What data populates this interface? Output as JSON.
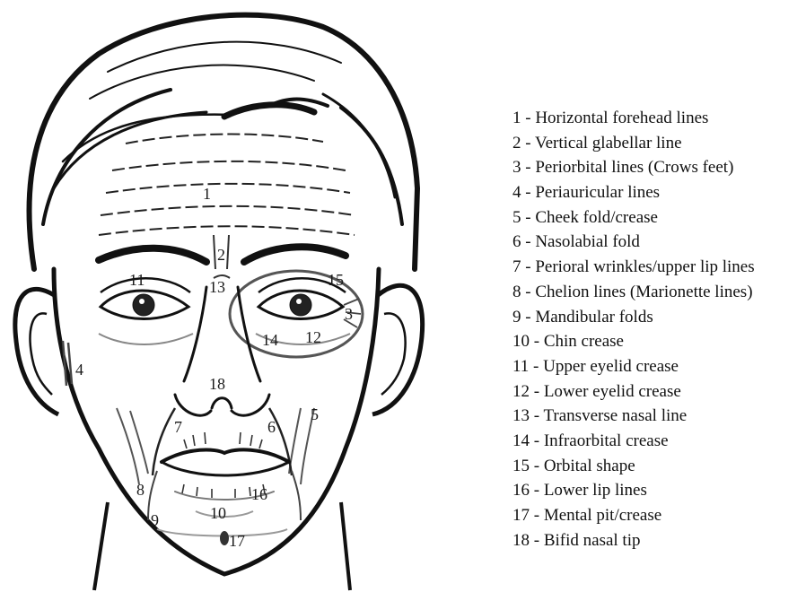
{
  "figure": {
    "labels": {
      "l1": "1",
      "l2": "2",
      "l3": "3",
      "l4": "4",
      "l5": "5",
      "l6": "6",
      "l7": "7",
      "l8": "8",
      "l9": "9",
      "l10": "10",
      "l11": "11",
      "l12": "12",
      "l13": "13",
      "l14": "14",
      "l15": "15",
      "l16": "16",
      "l17": "17",
      "l18": "18"
    }
  },
  "legend": {
    "items": [
      "1 - Horizontal forehead lines",
      "2 - Vertical glabellar line",
      "3 - Periorbital lines (Crows feet)",
      "4 - Periauricular lines",
      "5 - Cheek fold/crease",
      "6 - Nasolabial fold",
      "7 - Perioral wrinkles/upper lip lines",
      "8 - Chelion lines (Marionette lines)",
      "9 - Mandibular folds",
      "10 - Chin crease",
      "11 - Upper eyelid crease",
      "12 - Lower eyelid crease",
      "13 - Transverse nasal line",
      "14 - Infraorbital crease",
      "15 - Orbital shape",
      "16 - Lower lip lines",
      "17 - Mental pit/crease",
      "18 - Bifid nasal tip"
    ]
  }
}
